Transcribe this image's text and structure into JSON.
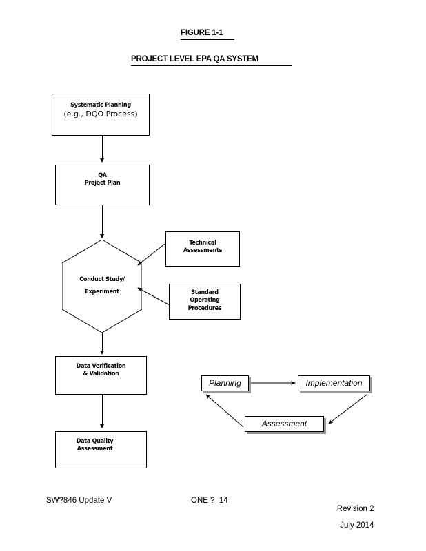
{
  "document": {
    "figure_title": "FIGURE 1-1",
    "system_title": "PROJECT LEVEL EPA QA SYSTEM"
  },
  "flowchart": {
    "nodes": [
      {
        "id": "systematic-planning",
        "line1": "Systematic Planning",
        "line2": "(e.g., DQO Process)",
        "shape": "rectangle"
      },
      {
        "id": "qa-project-plan",
        "line1": "QA",
        "line2": "Project Plan",
        "shape": "rectangle"
      },
      {
        "id": "conduct-study",
        "line1": "Conduct Study/",
        "line2": "Experiment",
        "shape": "hexagon"
      },
      {
        "id": "technical-assessments",
        "line1": "Technical",
        "line2": "Assessments",
        "shape": "rectangle"
      },
      {
        "id": "standard-operating-procedures",
        "line1": "Standard",
        "line2": "Operating",
        "line3": "Procedures",
        "shape": "rectangle"
      },
      {
        "id": "data-verification",
        "line1": "Data Verification",
        "line2": "& Validation",
        "shape": "rectangle"
      },
      {
        "id": "data-quality-assessment",
        "line1": "Data Quality",
        "line2": "Assessment",
        "shape": "rectangle"
      }
    ]
  },
  "cycle": {
    "nodes": [
      {
        "id": "planning",
        "label": "Planning"
      },
      {
        "id": "implementation",
        "label": "Implementation"
      },
      {
        "id": "assessment",
        "label": "Assessment"
      }
    ]
  },
  "footer": {
    "left": "SW?846 Update V",
    "center": "ONE ?  14",
    "right_line1": "Revision 2",
    "right_line2": "July 2014"
  },
  "colors": {
    "ink": "#000000",
    "page": "#ffffff",
    "shadow": "#9a9a9a"
  }
}
